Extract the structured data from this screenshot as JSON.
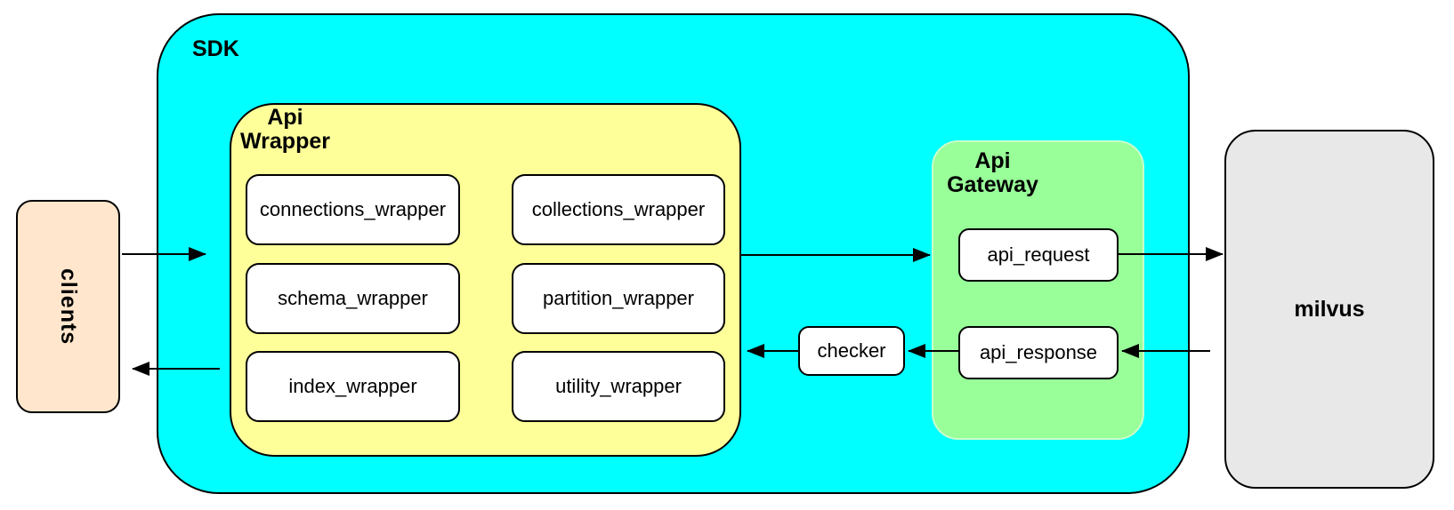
{
  "nodes": {
    "clients": {
      "label": "clients"
    },
    "sdk": {
      "label": "SDK"
    },
    "api_wrapper": {
      "label_line1": "Api",
      "label_line2": "Wrapper"
    },
    "wrappers": [
      {
        "label": "connections_wrapper"
      },
      {
        "label": "collections_wrapper"
      },
      {
        "label": "schema_wrapper"
      },
      {
        "label": "partition_wrapper"
      },
      {
        "label": "index_wrapper"
      },
      {
        "label": "utility_wrapper"
      }
    ],
    "api_gateway": {
      "label_line1": "Api",
      "label_line2": "Gateway"
    },
    "api_request": {
      "label": "api_request"
    },
    "api_response": {
      "label": "api_response"
    },
    "checker": {
      "label": "checker"
    },
    "milvus": {
      "label": "milvus"
    }
  },
  "colors": {
    "sdk_bg": "#00FFFF",
    "api_wrapper_bg": "#FFFF99",
    "api_gateway_bg": "#99FF99",
    "clients_bg": "#FFE6CC",
    "milvus_bg": "#E8E8E8",
    "leaf_bg": "#FFFFFF",
    "border": "#000000",
    "arrow": "#000000"
  },
  "edges": [
    {
      "from": "clients",
      "to": "sdk"
    },
    {
      "from": "sdk",
      "to": "clients"
    },
    {
      "from": "api_wrapper",
      "to": "api_gateway"
    },
    {
      "from": "api_request",
      "to": "milvus"
    },
    {
      "from": "milvus",
      "to": "api_response"
    },
    {
      "from": "api_response",
      "to": "checker"
    },
    {
      "from": "checker",
      "to": "api_wrapper"
    }
  ]
}
